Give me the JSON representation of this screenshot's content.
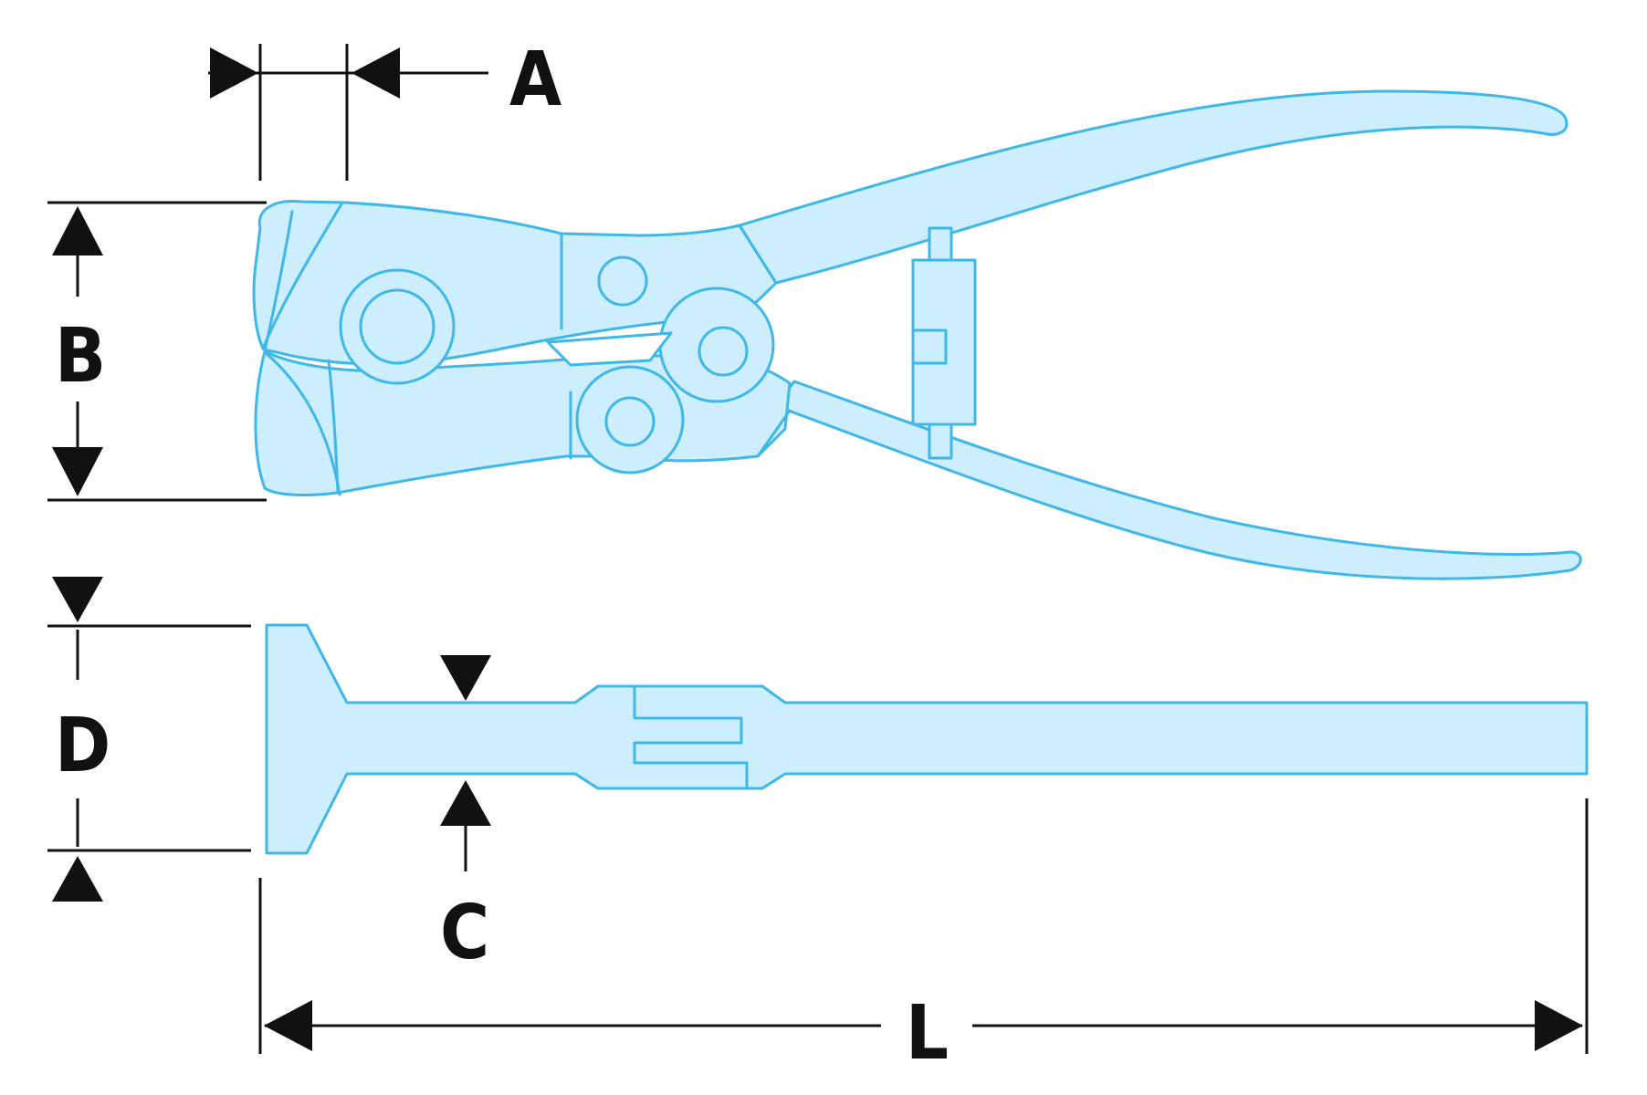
{
  "colors": {
    "tool_fill": "#cdeefc",
    "tool_stroke": "#3fb8e8",
    "dimension": "#111111",
    "background": "#ffffff"
  },
  "labels": {
    "A": "A",
    "B": "B",
    "C": "C",
    "D": "D",
    "L": "L"
  }
}
